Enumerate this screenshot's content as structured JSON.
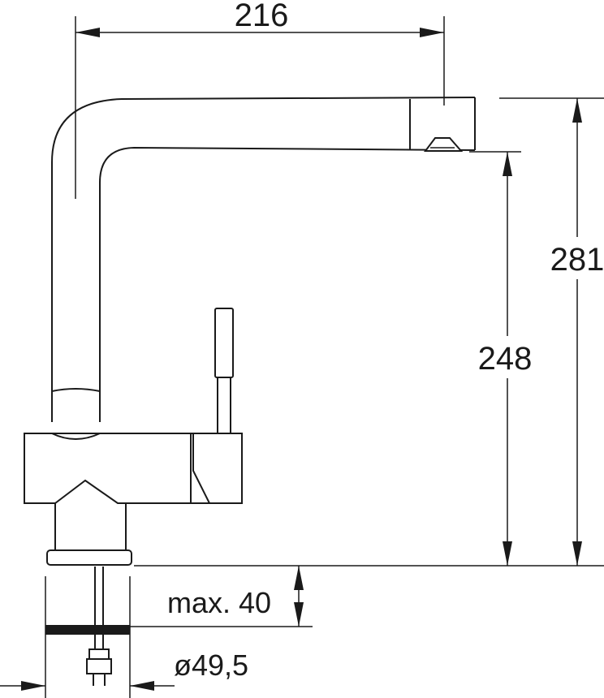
{
  "dimensions": {
    "width_label": "216",
    "total_height_label": "281",
    "spout_height_label": "248",
    "max_thickness_label": "max. 40",
    "hole_diameter_label": "ø49,5"
  },
  "colors": {
    "line": "#1a1a1a",
    "background": "#ffffff"
  }
}
